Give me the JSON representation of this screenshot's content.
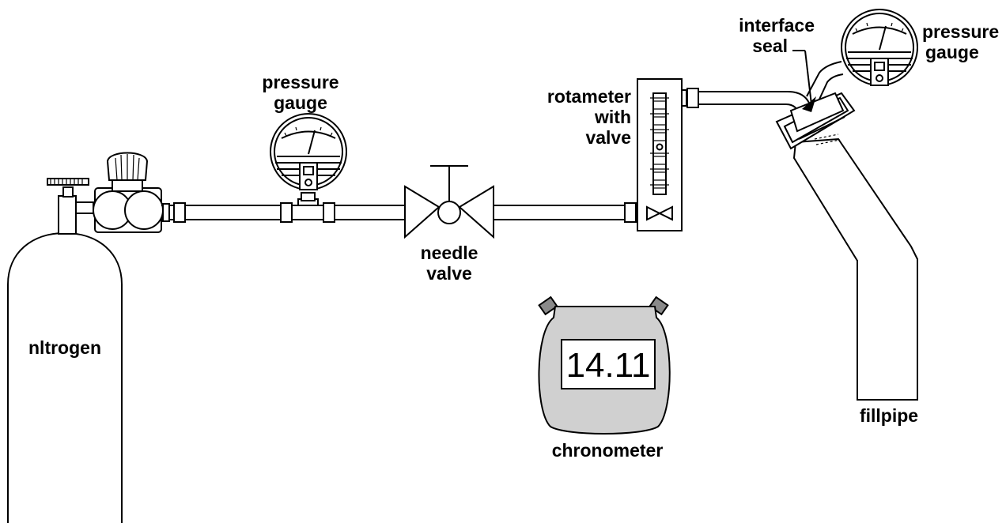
{
  "labels": {
    "nitrogen": "nltrogen",
    "pressure_gauge_left_line1": "pressure",
    "pressure_gauge_left_line2": "gauge",
    "needle_valve_line1": "needle",
    "needle_valve_line2": "valve",
    "rotameter_line1": "rotameter",
    "rotameter_line2": "with",
    "rotameter_line3": "valve",
    "interface_seal_line1": "interface",
    "interface_seal_line2": "seal",
    "pressure_gauge_right_line1": "pressure",
    "pressure_gauge_right_line2": "gauge",
    "fillpipe": "fillpipe",
    "chronometer": "chronometer"
  },
  "chronometer_display": "14.11",
  "colors": {
    "line": "#000000",
    "background": "#ffffff",
    "chronometer_body": "#d0d0d0",
    "chronometer_buttons": "#8a8a8a",
    "display_bg": "#ffffff"
  }
}
